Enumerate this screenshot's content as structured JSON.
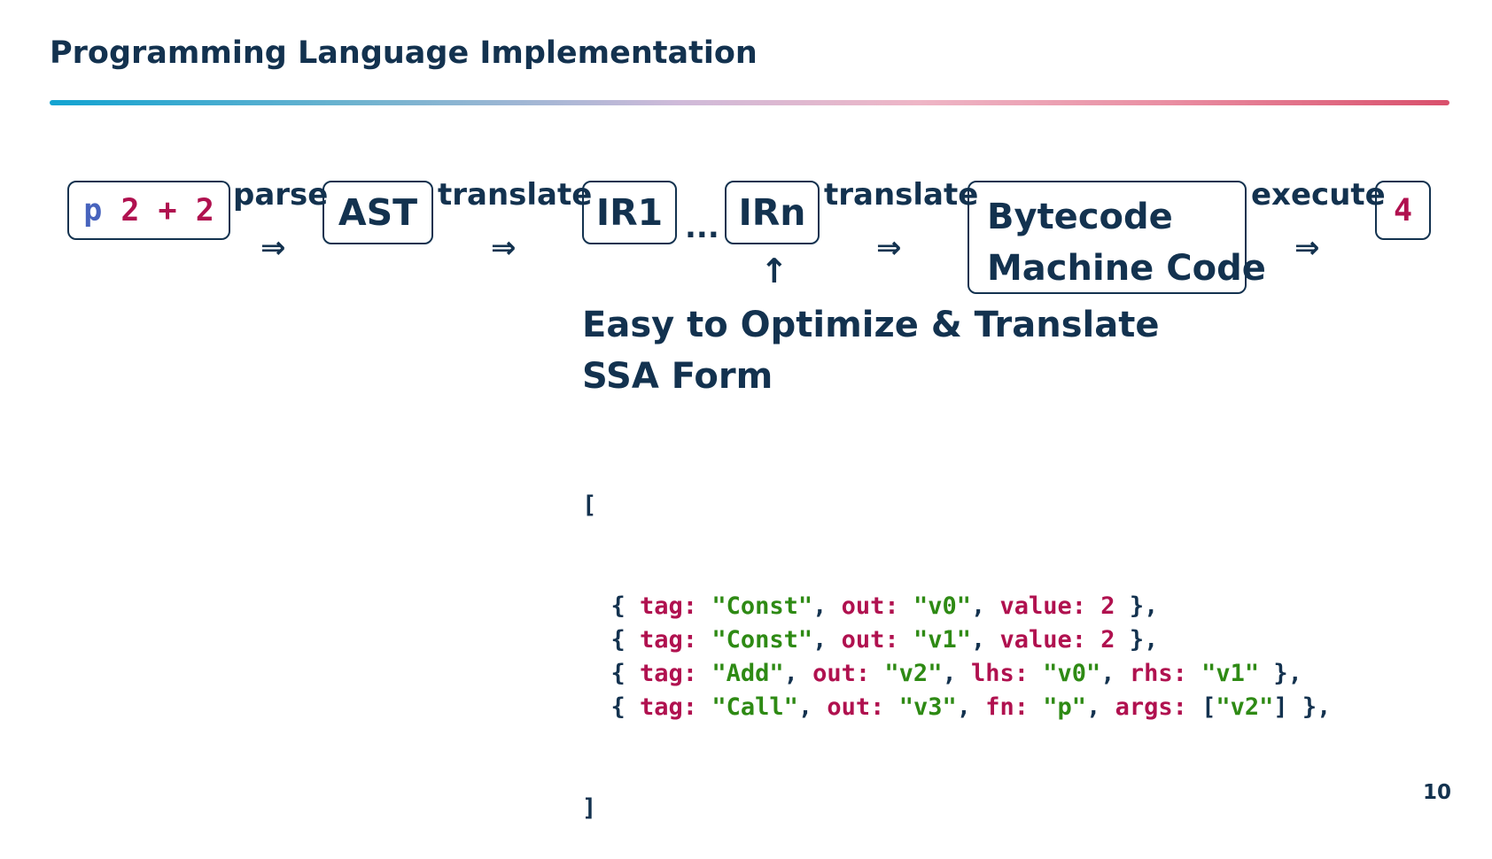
{
  "title": "Programming Language Implementation",
  "pipeline": {
    "source": {
      "fn": "p",
      "a": "2",
      "op": "+",
      "b": "2"
    },
    "labels": {
      "parse": "parse",
      "translate1": "translate",
      "translate2": "translate",
      "execute": "execute"
    },
    "arrow": "⇒",
    "boxes": {
      "ast": "AST",
      "ir1": "IR1",
      "ellipsis": "...",
      "irn": "IRn",
      "backend_line1": "Bytecode",
      "backend_line2": "Machine Code",
      "result": "4"
    },
    "up_arrow": "↑"
  },
  "ssa": {
    "line1": "Easy to Optimize & Translate",
    "line2": "SSA Form"
  },
  "code": {
    "open": "[",
    "close": "]",
    "rows": [
      [
        [
          "p",
          "  { "
        ],
        [
          "k",
          "tag:"
        ],
        [
          "p",
          " "
        ],
        [
          "s",
          "\"Const\""
        ],
        [
          "p",
          ", "
        ],
        [
          "k",
          "out:"
        ],
        [
          "p",
          " "
        ],
        [
          "s",
          "\"v0\""
        ],
        [
          "p",
          ", "
        ],
        [
          "k",
          "value:"
        ],
        [
          "p",
          " "
        ],
        [
          "k",
          "2"
        ],
        [
          "p",
          " },"
        ]
      ],
      [
        [
          "p",
          "  { "
        ],
        [
          "k",
          "tag:"
        ],
        [
          "p",
          " "
        ],
        [
          "s",
          "\"Const\""
        ],
        [
          "p",
          ", "
        ],
        [
          "k",
          "out:"
        ],
        [
          "p",
          " "
        ],
        [
          "s",
          "\"v1\""
        ],
        [
          "p",
          ", "
        ],
        [
          "k",
          "value:"
        ],
        [
          "p",
          " "
        ],
        [
          "k",
          "2"
        ],
        [
          "p",
          " },"
        ]
      ],
      [
        [
          "p",
          "  { "
        ],
        [
          "k",
          "tag:"
        ],
        [
          "p",
          " "
        ],
        [
          "s",
          "\"Add\""
        ],
        [
          "p",
          ", "
        ],
        [
          "k",
          "out:"
        ],
        [
          "p",
          " "
        ],
        [
          "s",
          "\"v2\""
        ],
        [
          "p",
          ", "
        ],
        [
          "k",
          "lhs:"
        ],
        [
          "p",
          " "
        ],
        [
          "s",
          "\"v0\""
        ],
        [
          "p",
          ", "
        ],
        [
          "k",
          "rhs:"
        ],
        [
          "p",
          " "
        ],
        [
          "s",
          "\"v1\""
        ],
        [
          "p",
          " },"
        ]
      ],
      [
        [
          "p",
          "  { "
        ],
        [
          "k",
          "tag:"
        ],
        [
          "p",
          " "
        ],
        [
          "s",
          "\"Call\""
        ],
        [
          "p",
          ", "
        ],
        [
          "k",
          "out:"
        ],
        [
          "p",
          " "
        ],
        [
          "s",
          "\"v3\""
        ],
        [
          "p",
          ", "
        ],
        [
          "k",
          "fn:"
        ],
        [
          "p",
          " "
        ],
        [
          "s",
          "\"p\""
        ],
        [
          "p",
          ", "
        ],
        [
          "k",
          "args:"
        ],
        [
          "p",
          " ["
        ],
        [
          "s",
          "\"v2\""
        ],
        [
          "p",
          "] },"
        ]
      ]
    ]
  },
  "page_number": "10",
  "colors": {
    "navy": "#13324f",
    "keyword": "#b0114f",
    "string": "#2e8a14",
    "function": "#4763bd"
  }
}
